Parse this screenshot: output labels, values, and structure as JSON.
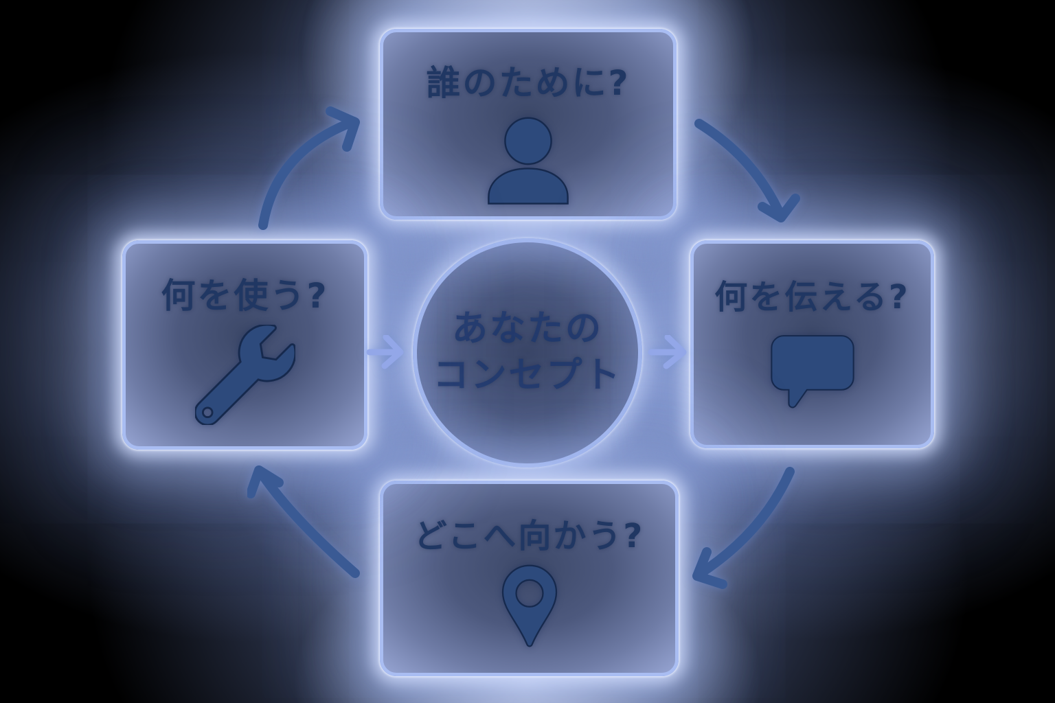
{
  "diagram": {
    "center_circle": {
      "line1": "あなたの",
      "line2": "コンセプト"
    },
    "boxes": {
      "top": {
        "label": "誰のために?",
        "icon": "person-icon"
      },
      "right": {
        "label": "何を伝える?",
        "icon": "speech-bubble-icon"
      },
      "bottom": {
        "label": "どこへ向かう?",
        "icon": "location-pin-icon"
      },
      "left": {
        "label": "何を使う?",
        "icon": "wrench-icon"
      }
    },
    "arrows": {
      "cycle": [
        "left-to-top",
        "top-to-right",
        "right-to-bottom",
        "bottom-to-left"
      ],
      "straight": [
        "left-box-to-center",
        "center-to-right-box"
      ]
    },
    "colors": {
      "background": "#000000",
      "glow": "#cdd9f7",
      "box_border": "#a9bdf2",
      "box_fill_center": "#3c4868",
      "box_fill_edge": "#96a4d2",
      "label_text": "#203763",
      "icon_fill": "#2d4a7c",
      "cycle_arrow": "#3a5a94",
      "straight_arrow": "#93a7e8"
    }
  }
}
